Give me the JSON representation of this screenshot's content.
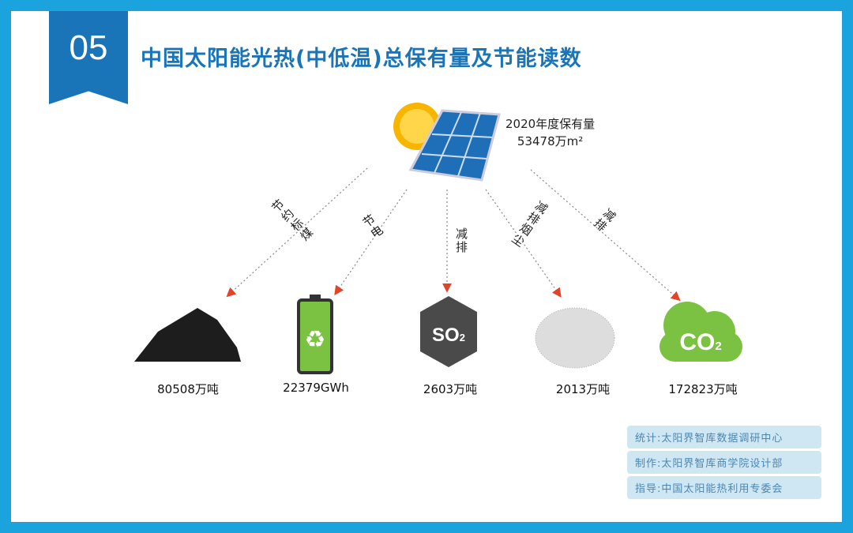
{
  "badge": "05",
  "title": "中国太阳能光热(中低温)总保有量及节能读数",
  "total": {
    "label": "2020年度保有量",
    "value": "53478万m²"
  },
  "items": [
    {
      "label": "节约标煤",
      "value": "80508万吨"
    },
    {
      "label": "节电",
      "value": "22379GWh"
    },
    {
      "label": "减排",
      "value": "2603万吨",
      "icon_text": "SO₂"
    },
    {
      "label": "减排烟尘",
      "value": "2013万吨"
    },
    {
      "label": "减排",
      "value": "172823万吨",
      "icon_text": "CO₂"
    }
  ],
  "credits": [
    "统计:太阳界智库数据调研中心",
    "制作:太阳界智库商学院设计部",
    "指导:中国太阳能热利用专委会"
  ],
  "colors": {
    "accent": "#1a75b8",
    "arrow": "#e2432a",
    "cloud": "#7cc242"
  }
}
